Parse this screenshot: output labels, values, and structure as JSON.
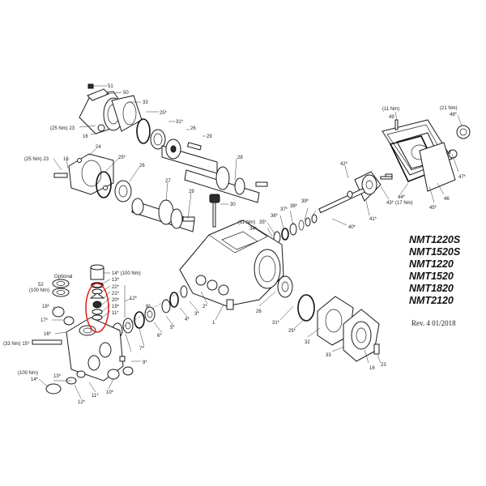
{
  "models": [
    "NMT1220S",
    "NMT1520S",
    "NMT1220",
    "NMT1520",
    "NMT1820",
    "NMT2120"
  ],
  "revision": "Rev. 4 01/2018",
  "optional_label": "Optional",
  "highlight_color": "#e8231c",
  "callouts": {
    "c51": "51",
    "c50": "50",
    "c33a": "33",
    "c25a": "25*",
    "c31a": "31*",
    "c26a": "26",
    "c29a": "29",
    "c23a": "(25 Nm) 23",
    "c16a": "16",
    "c23b": "(25 Nm) 23",
    "c16b": "16",
    "c24": "24",
    "c25b": "25*",
    "c26b": "26",
    "c28": "28",
    "c27": "27",
    "c29b": "29",
    "c30": "30",
    "c11nm_a": "(11 Nm)",
    "c49": "49",
    "c21nm": "(21 Nm)",
    "c48": "48*",
    "c18a": "18",
    "c47": "47*",
    "c44": "44*",
    "c17nm": "(17 Nm)",
    "c46": "46",
    "c45": "45*",
    "c42": "42*",
    "c43": "43*",
    "c41": "41*",
    "c39": "39*",
    "c38": "38*",
    "c37": "37*",
    "c36": "36*",
    "c35": "35*",
    "c11nm_b": "(11 Nm)",
    "c34": "34*",
    "c40": "40*",
    "c14a": "14* (100 Nm)",
    "c13a": "13*",
    "c22": "22*",
    "c21": "21*",
    "c20": "20*",
    "c19": "19*",
    "c11a": "11*",
    "c12a": "12*",
    "c52": "52",
    "c100nm": "(100 Nm)",
    "c18b": "18*",
    "c17": "17*",
    "c16c": "16*",
    "c15": "(33 Nm) 15*",
    "c8": "8*",
    "c7": "7*",
    "c6": "6*",
    "c5": "5*",
    "c4": "4*",
    "c3": "3*",
    "c2": "2*",
    "c1": "1",
    "c26c": "26",
    "c31b": "31*",
    "c25c": "25*",
    "c32": "32",
    "c33b": "33",
    "c16d": "16",
    "c23c": "23",
    "c9": "9*",
    "c10": "10*",
    "c11b": "11*",
    "c12b": "12*",
    "c13b": "13*",
    "c14b": "14*",
    "c100nm_b": "(100 Nm)"
  }
}
